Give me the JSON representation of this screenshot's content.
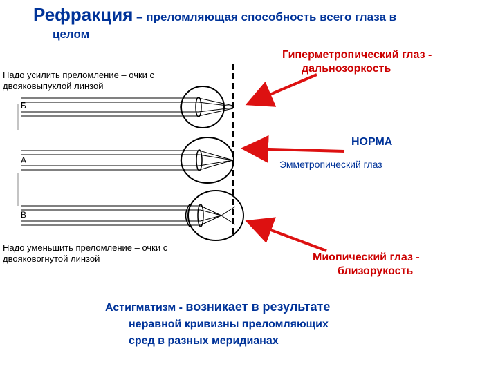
{
  "title": {
    "main": "Рефракция",
    "rest": " – преломляющая способность всего глаза в",
    "continuation": "целом"
  },
  "hyperopia": {
    "note_line1": "Надо усилить преломление – очки с",
    "note_line2": "двояковыпуклой линзой",
    "label_line1": "Гиперметропический глаз -",
    "label_line2": "дальнозоркость",
    "letter": "Б"
  },
  "normal": {
    "label": "НОРМА",
    "sublabel": "Эмметропический глаз",
    "letter": "А"
  },
  "myopia": {
    "note_line1": "Надо уменьшить преломление – очки с",
    "note_line2": "двояковогнутой линзой",
    "label_line1": "Миопический глаз -",
    "label_line2": "близорукость",
    "letter": "В"
  },
  "astigmatism": {
    "term": "Астигматизм - ",
    "line1": "возникает в результате",
    "line2": "неравной кривизны преломляющих",
    "line3": "сред в разных меридианах"
  },
  "colors": {
    "heading": "#003399",
    "label_red": "#cc0000",
    "arrow": "#dd1111"
  }
}
